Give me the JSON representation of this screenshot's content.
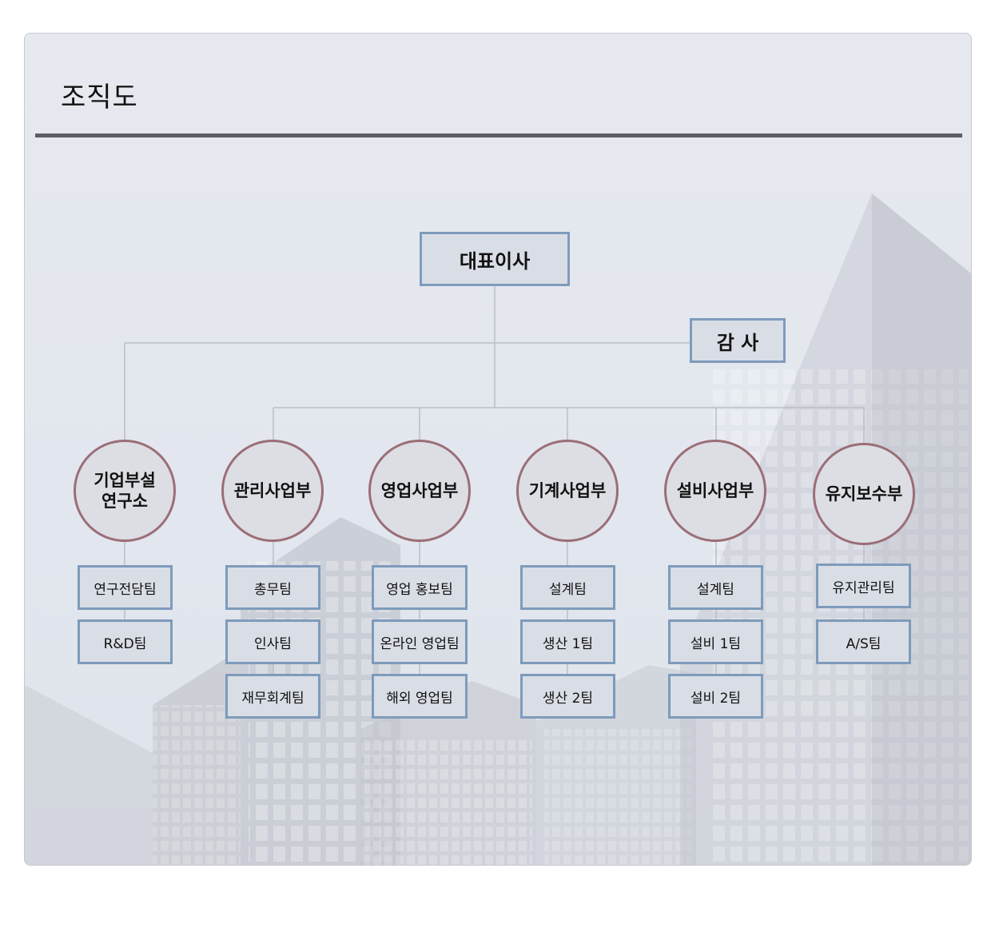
{
  "page": {
    "title": "조직도"
  },
  "chart": {
    "ceo": "대표이사",
    "audit": "감 사",
    "departments": [
      {
        "name": "기업부설\n연구소",
        "teams": [
          "연구전담팀",
          "R&D팀"
        ]
      },
      {
        "name": "관리사업부",
        "teams": [
          "총무팀",
          "인사팀",
          "재무회계팀"
        ]
      },
      {
        "name": "영업사업부",
        "teams": [
          "영업 홍보팀",
          "온라인 영업팀",
          "해외 영업팀"
        ]
      },
      {
        "name": "기계사업부",
        "teams": [
          "설계팀",
          "생산 1팀",
          "생산 2팀"
        ]
      },
      {
        "name": "설비사업부",
        "teams": [
          "설계팀",
          "설비 1팀",
          "설비 2팀"
        ]
      },
      {
        "name": "유지보수부",
        "teams": [
          "유지관리팀",
          "A/S팀"
        ]
      }
    ]
  },
  "colors": {
    "box_border": "#7e9bbb",
    "circle_border": "#9b6e77",
    "rule": "#5b5e64",
    "connector": "#b9bec7"
  }
}
